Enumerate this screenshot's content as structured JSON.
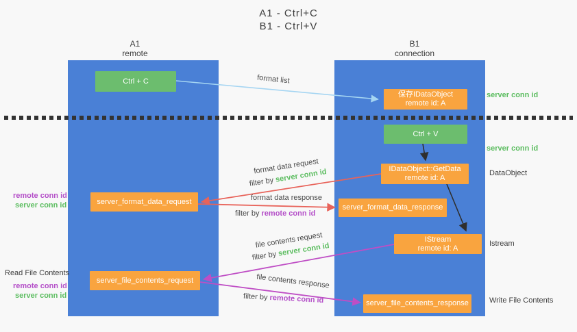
{
  "title": {
    "line1": "A1 - Ctrl+C",
    "line2": "B1 - Ctrl+V"
  },
  "columns": {
    "a1": {
      "name": "A1",
      "subtitle": "remote"
    },
    "b1": {
      "name": "B1",
      "subtitle": "connection"
    }
  },
  "nodes": {
    "ctrl_c": {
      "label": "Ctrl + C"
    },
    "save_dataobject": {
      "line1": "保存IDataObject",
      "line2": "remote id: A"
    },
    "ctrl_v": {
      "label": "Ctrl + V"
    },
    "getdata": {
      "line1": "IDataObject::GetData",
      "line2": "remote id: A"
    },
    "istream": {
      "line1": "IStream",
      "line2": "remote id: A"
    },
    "server_format_data_request": {
      "label": "server_format_data_request"
    },
    "server_format_data_response": {
      "label": "server_format_data_response"
    },
    "server_file_contents_request": {
      "label": "server_file_contents_request"
    },
    "server_file_contents_response": {
      "label": "server_file_contents_response"
    }
  },
  "arrow_labels": {
    "format_list": "format list",
    "format_data_request": "format data request",
    "format_data_response": "format data response",
    "file_contents_request": "file contents request",
    "file_contents_response": "file contents response",
    "filter_by": "filter by",
    "server_conn_id": "server conn id",
    "remote_conn_id": "remote conn id"
  },
  "side_labels": {
    "right": {
      "server_conn_id_top": "server conn id",
      "server_conn_id_mid": "server conn id",
      "dataobject": "DataObject",
      "istream": "Istream",
      "write_file_contents": "Write File Contents"
    },
    "left": {
      "remote_conn_id_1": "remote conn id",
      "server_conn_id_1": "server conn id",
      "read_file_contents": "Read File Contents",
      "remote_conn_id_2": "remote conn id",
      "server_conn_id_2": "server conn id"
    }
  },
  "colors": {
    "column_blue": "#4a80d6",
    "node_green": "#6cbd6e",
    "node_orange": "#f9a43f",
    "arrow_red": "#e8635a",
    "arrow_magenta": "#bf4ec5",
    "arrow_lightblue": "#a5d5f2",
    "arrow_black": "#2f2f2f",
    "text_green": "#5cbd60",
    "text_purple": "#b44fc8"
  }
}
